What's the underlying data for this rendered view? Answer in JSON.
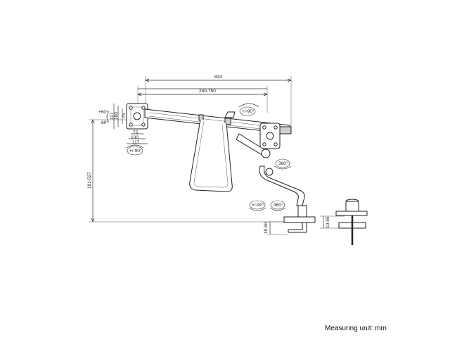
{
  "dimensions": {
    "overall_width": "833",
    "arm_width": "240-750",
    "vesa_h_outer": "117",
    "vesa_h_mid": "100",
    "vesa_h_inner": "75",
    "vesa_w_inner": "75",
    "vesa_w_mid": "100",
    "vesa_w_outer": "117",
    "tilt": "+60°",
    "tilt_down": "-60°",
    "rotate_screen": "+/-90°",
    "rotate_top": "+/-90°",
    "rotate_mid": "360°",
    "rotate_base_a": "+/-90°",
    "rotate_base_b": "360°",
    "height_range": "191-527",
    "desk_thickness_clamp": "10-50",
    "desk_thickness_grommet": "10-55"
  },
  "footer": {
    "measuring_unit": "Measuring unit: mm"
  }
}
